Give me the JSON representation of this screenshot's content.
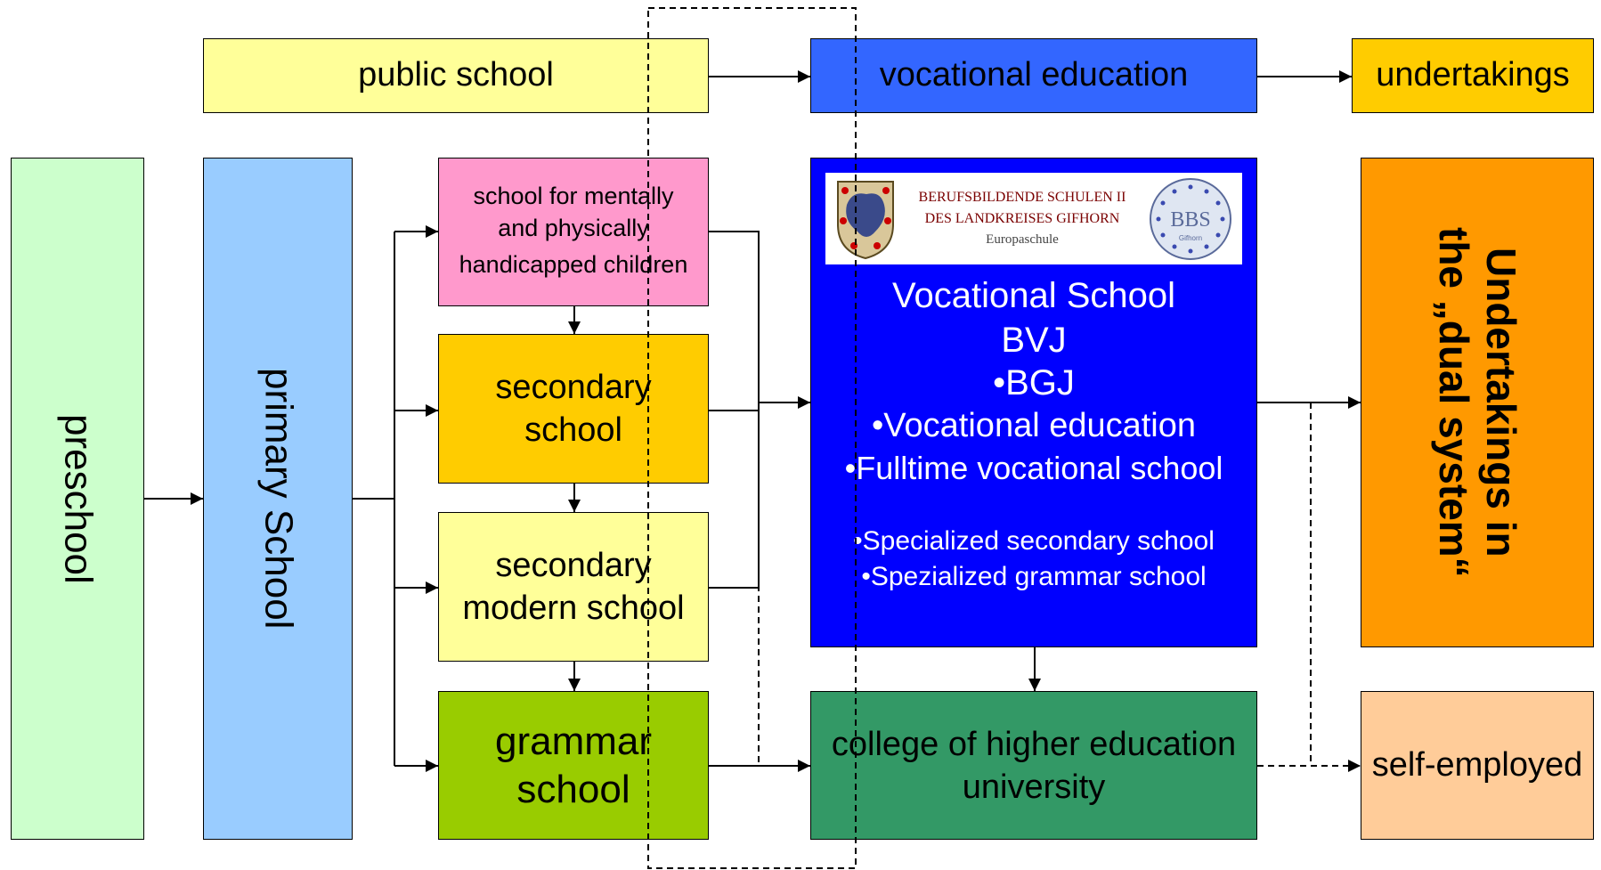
{
  "nodes": {
    "public_school": "public school",
    "vocational_education": "vocational education",
    "undertakings": "undertakings",
    "preschool": "preschool",
    "primary_school": "primary School",
    "special_school": [
      "school for mentally",
      "and physically",
      "handicapped children"
    ],
    "secondary_school": [
      "secondary",
      "school"
    ],
    "secondary_modern_school": [
      "secondary",
      "modern school"
    ],
    "grammar_school": [
      "grammar",
      "school"
    ],
    "vocational_school": {
      "lines": [
        "Vocational School",
        "BVJ",
        "•BGJ",
        "•Vocational education",
        "•Fulltime vocational school"
      ],
      "specialized": [
        "•Specialized secondary school",
        "•Spezialized grammar school"
      ]
    },
    "college": [
      "college of higher education",
      "university"
    ],
    "undertakings_dual": [
      "Undertakings in",
      "the „dual system“"
    ],
    "self_employed": "self-employed"
  },
  "logo": {
    "line1": "BERUFSBILDENDE SCHULEN II",
    "line2": "DES LANDKREISES GIFHORN",
    "line3": "Europaschule",
    "seal_text": "Gifhorn"
  },
  "colors": {
    "public_school": "#ffff99",
    "vocational_education": "#3366ff",
    "undertakings": "#ffcc00",
    "preschool": "#ccffcc",
    "primary_school": "#99ccff",
    "special_school": "#ff99cc",
    "secondary_school": "#ffcc00",
    "secondary_modern_school": "#ffff99",
    "grammar_school": "#99cc00",
    "vocational_school": "#0000ff",
    "college": "#339966",
    "undertakings_dual": "#ff9900",
    "self_employed": "#ffcc99"
  }
}
